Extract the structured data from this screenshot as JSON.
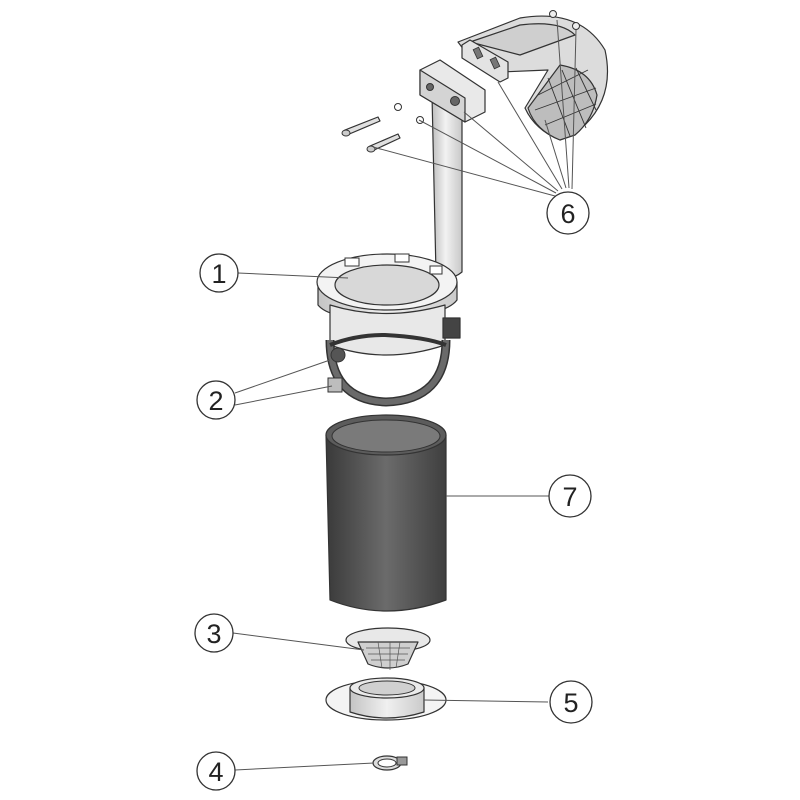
{
  "diagram": {
    "callouts": [
      {
        "id": "callout-1",
        "label": "1"
      },
      {
        "id": "callout-2",
        "label": "2"
      },
      {
        "id": "callout-3",
        "label": "3"
      },
      {
        "id": "callout-4",
        "label": "4"
      },
      {
        "id": "callout-5",
        "label": "5"
      },
      {
        "id": "callout-6",
        "label": "6"
      },
      {
        "id": "callout-7",
        "label": "7"
      }
    ],
    "colors": {
      "line": "#333333",
      "part_light": "#e6e6e6",
      "part_mid": "#cfcfcf",
      "filter_dark": "#4a4a4a",
      "band_dark": "#555555"
    }
  }
}
